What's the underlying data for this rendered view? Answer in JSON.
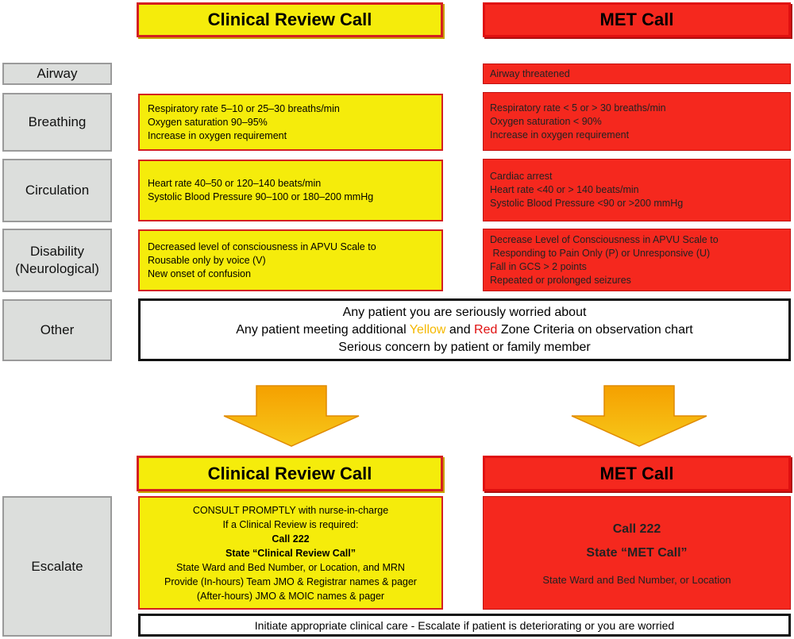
{
  "headers": {
    "clinical_review": "Clinical Review Call",
    "met_call": "MET Call"
  },
  "categories": {
    "airway": "Airway",
    "breathing": "Breathing",
    "circulation": "Circulation",
    "disability_line1": "Disability",
    "disability_line2": "(Neurological)",
    "other": "Other",
    "escalate": "Escalate"
  },
  "airway": {
    "met": [
      "Airway threatened"
    ]
  },
  "breathing": {
    "clinical_review": [
      "Respiratory rate 5–10 or 25–30 breaths/min",
      "Oxygen saturation 90–95%",
      "Increase in oxygen requirement"
    ],
    "met": [
      "Respiratory rate < 5 or > 30 breaths/min",
      "Oxygen saturation < 90%",
      "Increase in oxygen requirement"
    ]
  },
  "circulation": {
    "clinical_review": [
      "Heart rate 40–50 or 120–140 beats/min",
      "Systolic Blood Pressure 90–100 or 180–200 mmHg"
    ],
    "met": [
      "Cardiac arrest",
      "Heart rate <40 or > 140 beats/min",
      "Systolic Blood Pressure <90 or >200 mmHg"
    ]
  },
  "disability": {
    "clinical_review": [
      "Decreased level of consciousness in APVU Scale to",
      "Rousable only by voice (V)",
      "New onset of confusion"
    ],
    "met": [
      "Decrease Level of Consciousness in APVU Scale to",
      " Responding to Pain Only (P) or Unresponsive (U)",
      "Fall in GCS > 2 points",
      "Repeated or prolonged seizures"
    ]
  },
  "other": {
    "line1": "Any patient you are seriously worried about",
    "line2_prefix": "Any patient meeting additional ",
    "line2_yellow": "Yellow",
    "line2_and": " and ",
    "line2_red": "Red",
    "line2_suffix": " Zone Criteria on observation chart",
    "line3": "Serious concern by patient or family member"
  },
  "escalate": {
    "clinical_review": {
      "line1": "CONSULT PROMPTLY with nurse-in-charge",
      "line2": "If a Clinical Review is required:",
      "line3": "Call 222",
      "line4": "State “Clinical Review Call”",
      "line5": "State Ward and Bed Number, or Location, and MRN",
      "line6": "Provide (In-hours) Team JMO & Registrar names & pager",
      "line7": "(After-hours) JMO & MOIC names & pager"
    },
    "met": {
      "line1": "Call 222",
      "line2": "State “MET Call”",
      "line3": "State Ward and Bed Number, or Location"
    }
  },
  "footer": "Initiate appropriate clinical care - Escalate if patient is deteriorating or you are worried",
  "colors": {
    "yellow": "#f5ec0b",
    "red": "#f5281e",
    "arrow": "#f5a800",
    "category_grey": "#dcdedc"
  }
}
